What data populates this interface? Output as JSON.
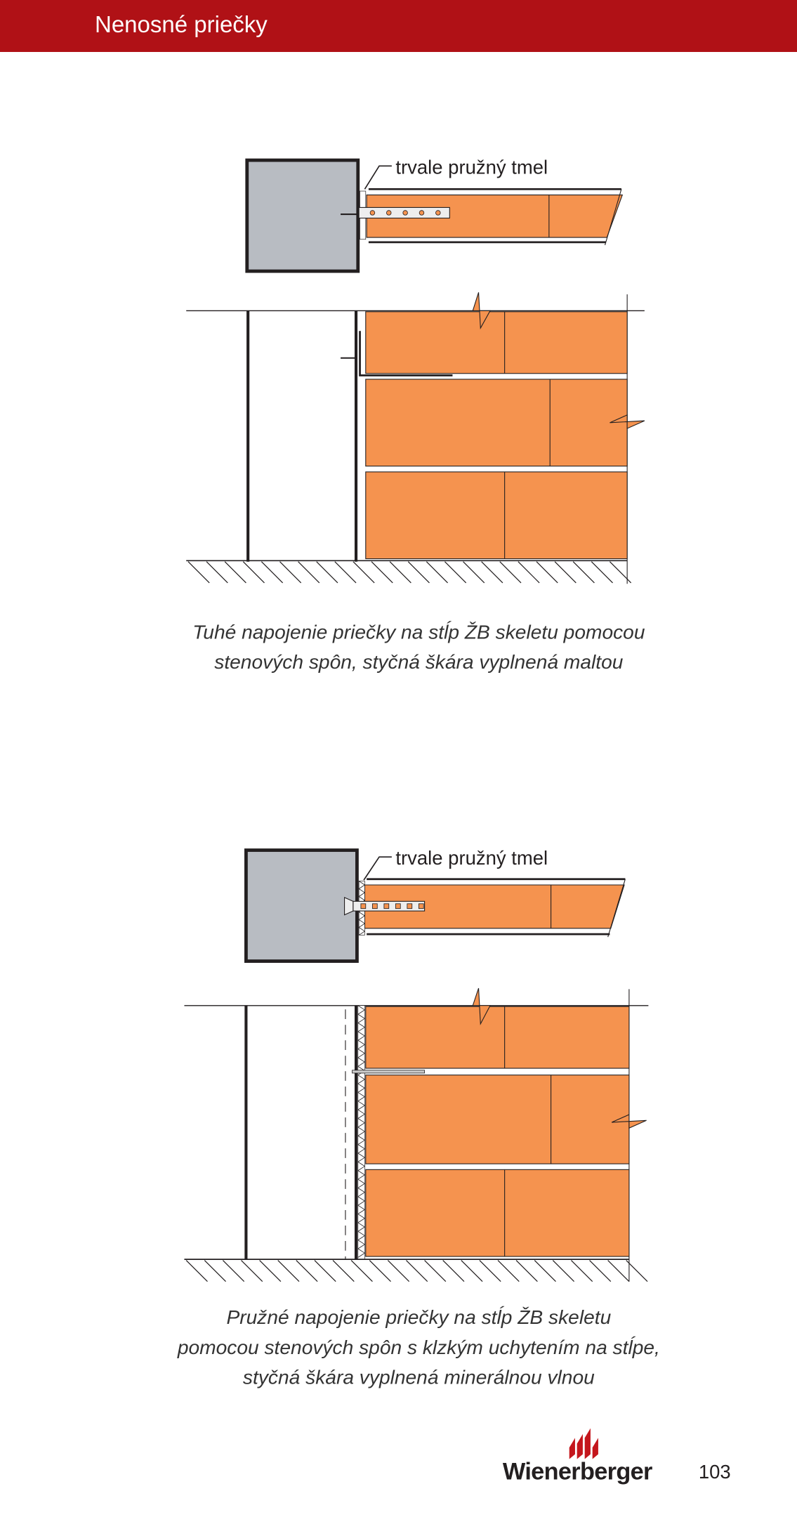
{
  "header": {
    "title": "Nenosné priečky"
  },
  "colors": {
    "brand_red": "#b01116",
    "brick": "#f5934f",
    "concrete": "#b8bcc2"
  },
  "figures": [
    {
      "label": "trvale pružný tmel",
      "caption": [
        "Tuhé napojenie priečky na stĺp ŽB skeletu pomocou",
        "stenových spôn, styčná škára vyplnená maltou"
      ]
    },
    {
      "label": "trvale pružný tmel",
      "caption": [
        "Pružné napojenie priečky na stĺp ŽB skeletu",
        "pomocou stenových spôn s klzkým uchytením na stĺpe,",
        "styčná škára vyplnená minerálnou vlnou"
      ]
    }
  ],
  "footer": {
    "logo": "Wienerberger",
    "page_number": "103"
  }
}
